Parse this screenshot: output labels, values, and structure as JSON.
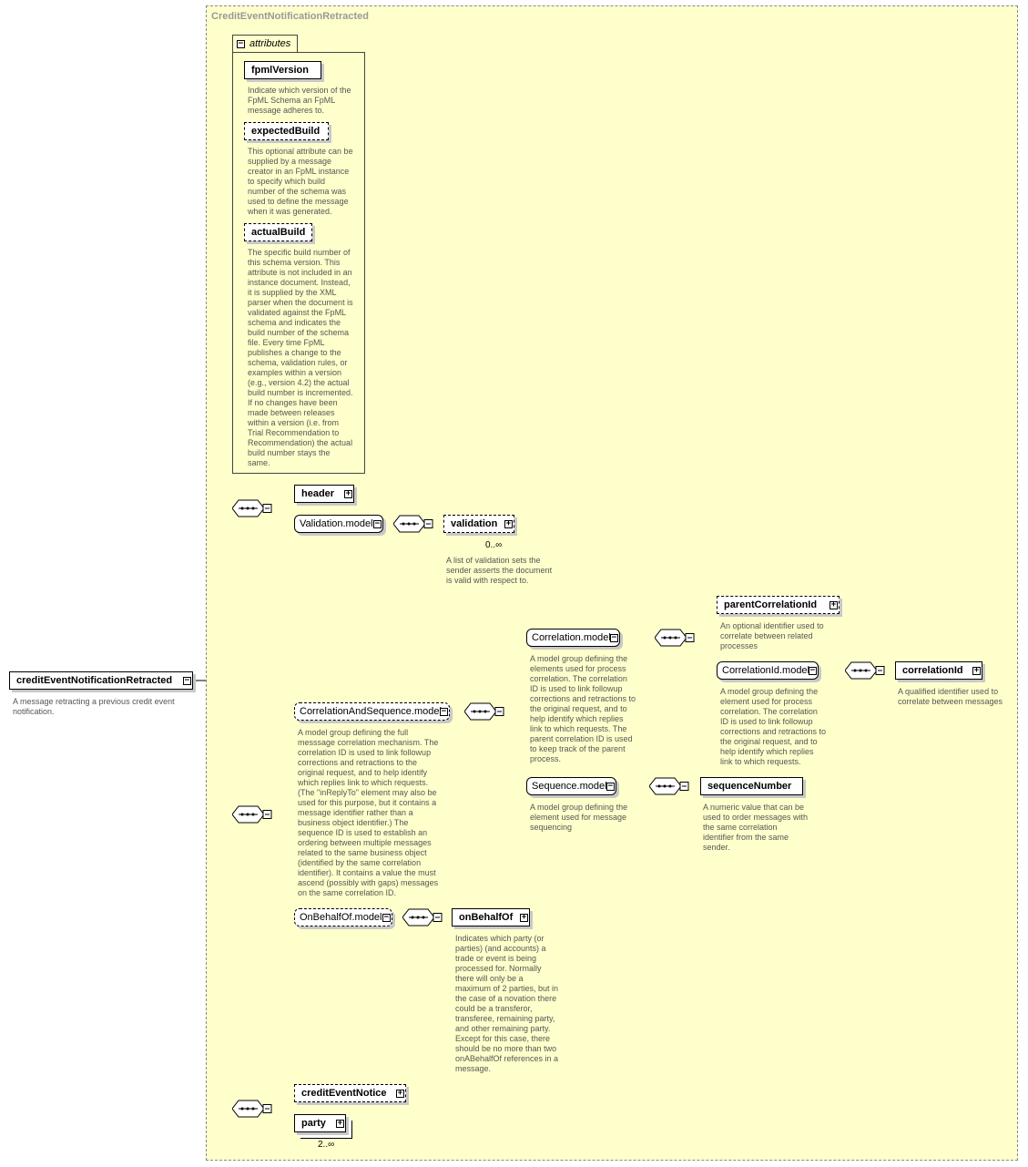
{
  "diagram": {
    "type_name": "CreditEventNotificationRetracted",
    "root": {
      "name": "creditEventNotificationRetracted",
      "doc": "A message retracting a previous credit event\nnotification."
    },
    "attributes": {
      "tab_label": "attributes",
      "items": [
        {
          "name": "fpmlVersion",
          "doc": "Indicate which version of the\nFpML Schema an FpML\nmessage adheres to."
        },
        {
          "name": "expectedBuild",
          "doc": "This optional attribute can be\nsupplied by a message\ncreator in an FpML instance\nto specify which build\nnumber of the schema was\nused to define the message\nwhen it was generated."
        },
        {
          "name": "actualBuild",
          "doc": "The specific build number of\nthis schema version. This\nattribute is not included in an\ninstance document. Instead,\nit is supplied by the XML\nparser when the document is\nvalidated against the FpML\nschema and indicates the\nbuild number of the schema\nfile. Every time FpML\npublishes a change to the\nschema, validation rules, or\nexamples within a version\n(e.g., version 4.2) the actual\nbuild number is incremented.\nIf no changes have been\nmade between releases\nwithin a version (i.e. from\nTrial Recommendation to\nRecommendation) the actual\nbuild number stays the\nsame."
        }
      ]
    },
    "header": {
      "name": "header"
    },
    "validation_model": {
      "name": "Validation.model"
    },
    "validation": {
      "name": "validation",
      "cardinality": "0..∞",
      "doc": "A list of validation sets the\nsender asserts the document\nis valid with respect to."
    },
    "correlation_and_sequence": {
      "name": "CorrelationAndSequence.model",
      "doc": "A model group defining the full\nmesssage correlation mechanism. The\ncorrelation ID is used to link followup\ncorrections and retractions to the\noriginal request, and to help identify\nwhich replies link to which requests.\n(The \"inReplyTo\" element may also be\nused for this purpose, but it contains a\nmessage identifier rather than a\nbusiness object identifier.) The\nsequence ID is used to establish an\nordering between multiple messages\nrelated to the same business object\n(identified by the same correlation\nidentifier). It contains a value the must\nascend (possibly with gaps) messages\non the same correlation ID."
    },
    "correlation_model": {
      "name": "Correlation.model",
      "doc": "A model group defining the\nelements used for process\ncorrelation. The correlation\nID is used to link followup\ncorrections and retractions to\nthe original request, and to\nhelp identify which replies\nlink to which requests. The\nparent correlation ID is used\nto keep track of the parent\nprocess."
    },
    "parent_correlation_id": {
      "name": "parentCorrelationId",
      "doc": "An optional identifier used to\ncorrelate between related\nprocesses"
    },
    "correlation_id_model": {
      "name": "CorrelationId.model",
      "doc": "A model group defining the\nelement used for process\ncorrelation. The correlation\nID is used to link followup\ncorrections and retractions to\nthe original request, and to\nhelp identify which replies\nlink to which requests."
    },
    "correlation_id": {
      "name": "correlationId",
      "doc": "A qualified identifier used to\ncorrelate between messages"
    },
    "sequence_model": {
      "name": "Sequence.model",
      "doc": "A model group defining the\nelement used for message\nsequencing"
    },
    "sequence_number": {
      "name": "sequenceNumber",
      "doc": "A numeric value that can be\nused to order messages with\nthe same correlation\nidentifier from the same\nsender."
    },
    "on_behalf_of_model": {
      "name": "OnBehalfOf.model"
    },
    "on_behalf_of": {
      "name": "onBehalfOf",
      "doc": "Indicates which party (or\nparties) (and accounts) a\ntrade or event is being\nprocessed for. Normally\nthere will only be a\nmaximum of 2 parties, but in\nthe case of a novation there\ncould be a transferor,\ntransferee, remaining party,\nand other remaining party.\nExcept for this case, there\nshould be no more than two\nonABehalfOf references in a\nmessage."
    },
    "credit_event_notice": {
      "name": "creditEventNotice"
    },
    "party": {
      "name": "party",
      "cardinality": "2..∞"
    }
  }
}
